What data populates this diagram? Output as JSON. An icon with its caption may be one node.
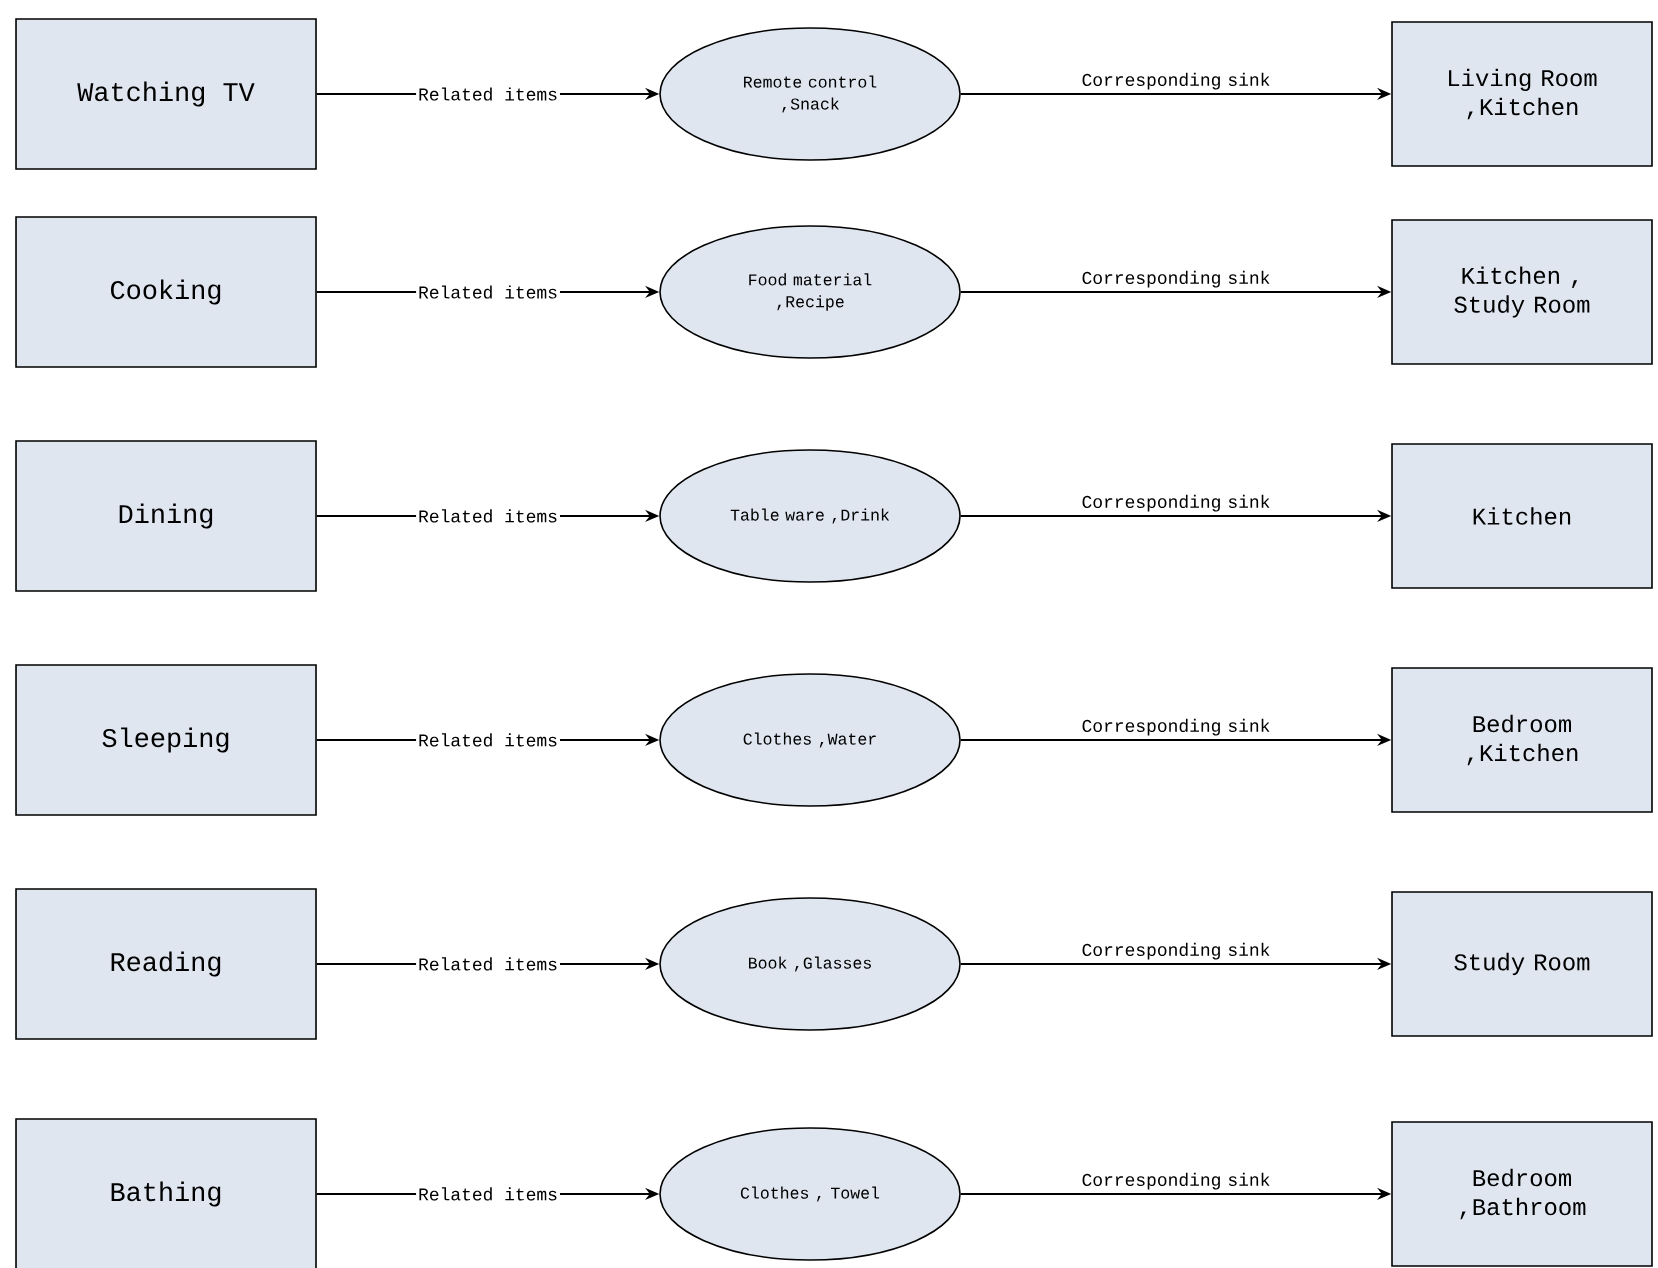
{
  "diagram": {
    "nodes": [
      {
        "text": [
          "Watching TV"
        ]
      },
      {
        "text": [
          "Remote control ,Snack"
        ]
      },
      {
        "text": [
          "Living Room ,Kitchen"
        ]
      },
      {
        "text": [
          "Cooking"
        ]
      },
      {
        "text": [
          "Food material ,Recipe"
        ]
      },
      {
        "text": [
          "Kitchen , Study Room"
        ]
      },
      {
        "text": [
          "Dining"
        ]
      },
      {
        "text": [
          "Table ware ,Drink"
        ]
      },
      {
        "text": [
          "Kitchen"
        ]
      },
      {
        "text": [
          "Sleeping"
        ]
      },
      {
        "text": [
          "Clothes ,Water"
        ]
      },
      {
        "text": [
          "Bedroom ,Kitchen"
        ]
      },
      {
        "text": [
          "Reading"
        ]
      },
      {
        "text": [
          "Book ,Glasses"
        ]
      },
      {
        "text": [
          "Study Room"
        ]
      },
      {
        "text": [
          "Bathing"
        ]
      },
      {
        "text": [
          "Clothes , Towel"
        ]
      },
      {
        "text": [
          "Bedroom ,Bathroom"
        ]
      }
    ],
    "edges": [
      {
        "from": 0,
        "to": 1,
        "arrow": "to",
        "label": "Related items"
      },
      {
        "from": 1,
        "to": 2,
        "arrow": "to",
        "label": "Corresponding sink"
      },
      {
        "from": 3,
        "to": 4,
        "arrow": "to",
        "label": "Related items"
      },
      {
        "from": 4,
        "to": 5,
        "arrow": "to",
        "label": "Corresponding sink"
      },
      {
        "from": 6,
        "to": 7,
        "arrow": "to",
        "label": "Related items"
      },
      {
        "from": 7,
        "to": 8,
        "arrow": "to",
        "label": "Corresponding sink"
      },
      {
        "from": 9,
        "to": 10,
        "arrow": "to",
        "label": "Related items"
      },
      {
        "from": 10,
        "to": 11,
        "arrow": "to",
        "label": "Corresponding sink"
      },
      {
        "from": 12,
        "to": 13,
        "arrow": "to",
        "label": "Related items"
      },
      {
        "from": 13,
        "to": 14,
        "arrow": "to",
        "label": "Corresponding sink"
      },
      {
        "from": 15,
        "to": 16,
        "arrow": "to",
        "label": "Related items"
      },
      {
        "from": 16,
        "to": 17,
        "arrow": "to",
        "label": "Corresponding sink"
      }
    ]
  }
}
